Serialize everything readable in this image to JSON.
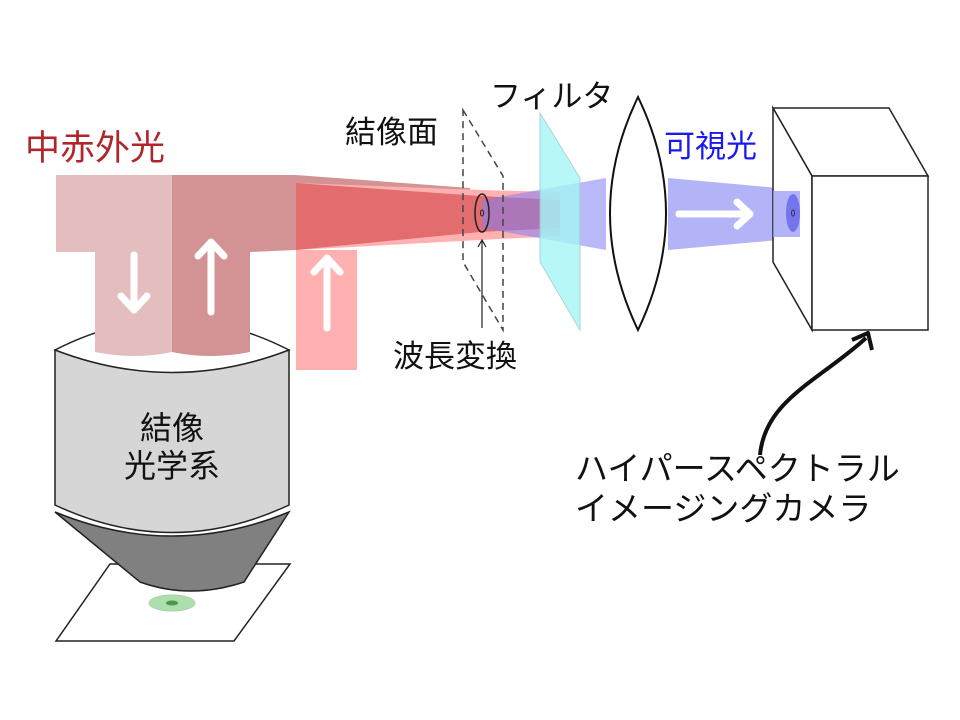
{
  "labels": {
    "mid_ir": "中赤外光",
    "image_plane": "結像面",
    "filter": "フィルタ",
    "visible": "可視光",
    "wavelength_conversion": "波長変換",
    "optics_line1": "結像",
    "optics_line2": "光学系",
    "camera_line1": "ハイパースペクトラル",
    "camera_line2": "イメージングカメラ"
  },
  "colors": {
    "mid_ir_text": "#b1262b",
    "visible_text": "#1a1aee",
    "beam_light": "#e4bdbe",
    "beam_mid": "#d39394",
    "beam_red": "#e06667",
    "beam_pink": "#ffb1b1",
    "beam_blue": "#9a9af6",
    "filter": "#a6f6f6",
    "objective_body": "#d6d6d6",
    "objective_cone": "#808080"
  }
}
